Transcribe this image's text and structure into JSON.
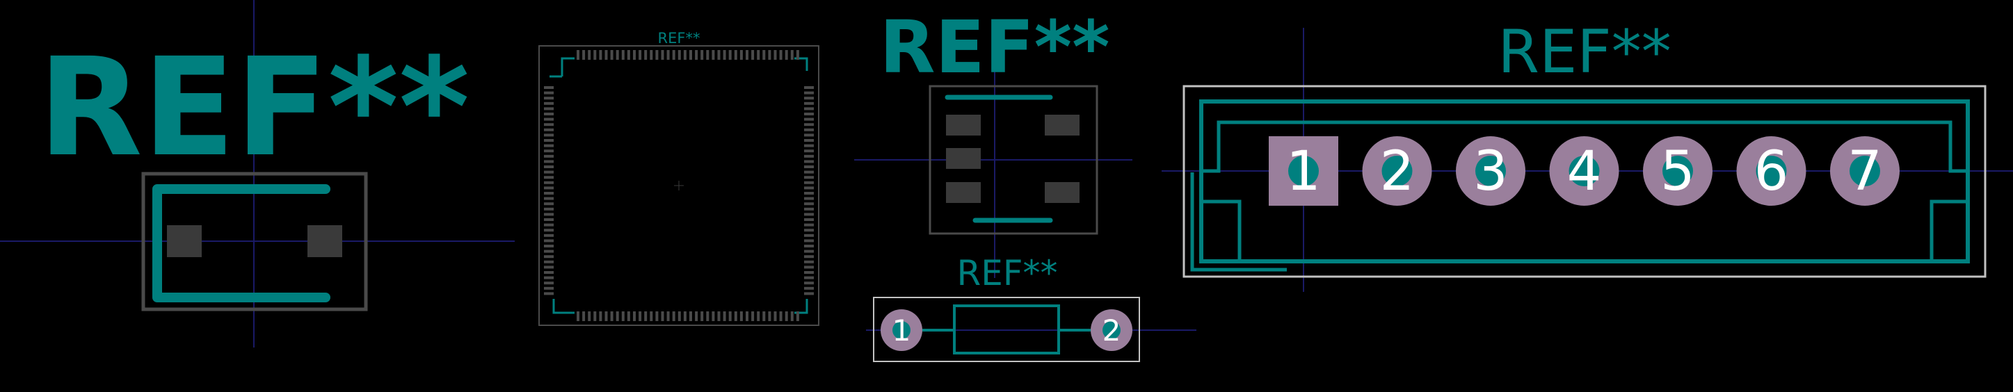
{
  "colors": {
    "background": "#000000",
    "silkscreen": "#00807f",
    "courtyard": "#c2c2c2",
    "fab": "#4a4a4a",
    "smd_pad": "#3a3a3a",
    "tht_pad": "#9a7f9c",
    "drill": "#00807f",
    "pad_number": "#ffffff",
    "crosshair": "#1a1a66"
  },
  "footprints": [
    {
      "id": "diode-smd",
      "reference": "REF**",
      "pads": [
        "",
        ""
      ]
    },
    {
      "id": "qfp-package",
      "reference": "REF**",
      "pads": []
    },
    {
      "id": "sot-6-package",
      "reference": "REF**",
      "pads": [
        "",
        "",
        "",
        "",
        ""
      ]
    },
    {
      "id": "axial-resistor",
      "reference": "REF**",
      "pads": [
        "1",
        "2"
      ]
    },
    {
      "id": "header-7-pin",
      "reference": "REF**",
      "pads": [
        "1",
        "2",
        "3",
        "4",
        "5",
        "6",
        "7"
      ]
    }
  ]
}
